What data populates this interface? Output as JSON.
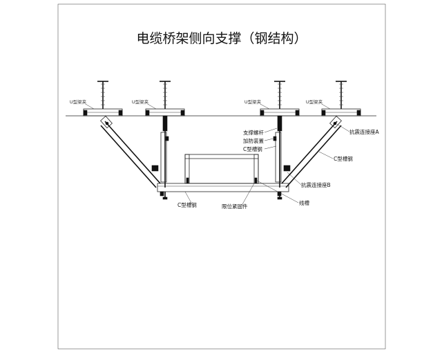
{
  "title": "电缆桥架侧向支撑（钢结构）",
  "beam_clamp_label": "U型梁夹",
  "labels": {
    "support_rod": "支撑螺杆",
    "reinforcement": "加防装置",
    "c_channel_small": "C型槽钢",
    "seismic_connector_a": "抗震连接座A",
    "c_channel_right": "C型槽钢",
    "seismic_connector_b": "抗震连接座B",
    "cable_tray": "线槽",
    "limit_fastener": "限位紧固件",
    "c_channel_bottom": "C型槽钢"
  }
}
